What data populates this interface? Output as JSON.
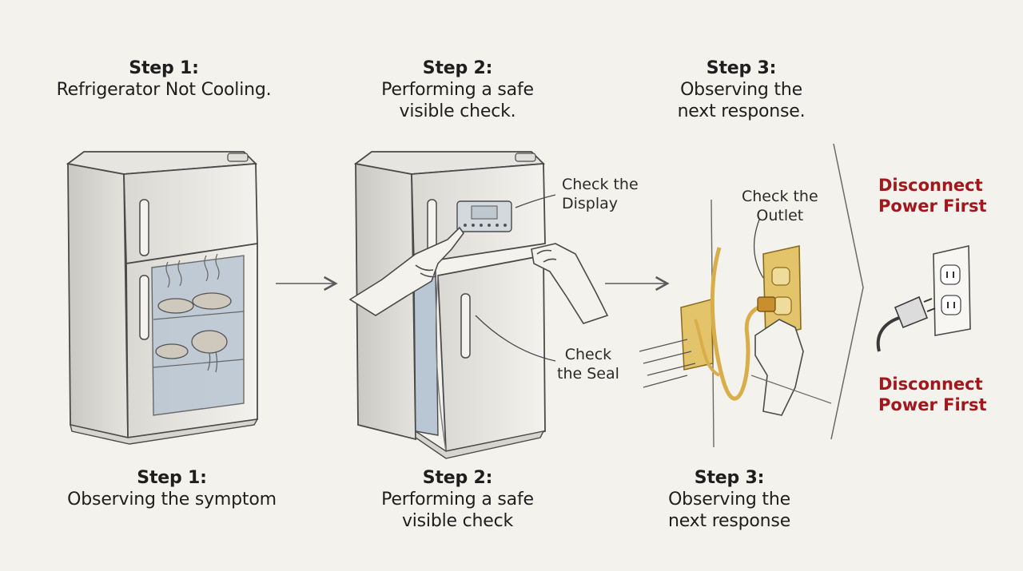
{
  "steps": [
    {
      "top_title": "Step 1:",
      "top_body": "Refrigerator Not Cooling.",
      "bottom_title": "Step 1:",
      "bottom_body": "Observing the symptom"
    },
    {
      "top_title": "Step 2:",
      "top_body_1": "Performing a safe",
      "top_body_2": "visible check.",
      "bottom_title": "Step 2:",
      "bottom_body_1": "Performing a safe",
      "bottom_body_2": "visible check"
    },
    {
      "top_title": "Step 3:",
      "top_body_1": "Observing the",
      "top_body_2": "next response.",
      "bottom_title": "Step 3:",
      "bottom_body_1": "Observing the",
      "bottom_body_2": "next response"
    }
  ],
  "callouts": {
    "display_1": "Check the",
    "display_2": "Display",
    "seal_1": "Check",
    "seal_2": "the Seal",
    "outlet_1": "Check the",
    "outlet_2": "Outlet"
  },
  "warning": {
    "line1": "Disconnect",
    "line2": "Power First",
    "color": "#a3161c"
  },
  "colors": {
    "background": "#f4f2ec",
    "line": "#4a4a4a",
    "wall_plate": "#e3c46a",
    "cord": "#d9ae4a",
    "interior": "#b9c6d4"
  },
  "icons": [
    "refrigerator-icon",
    "hand-icon",
    "arrow-right-icon",
    "outlet-icon",
    "plug-icon",
    "chevron-right-icon"
  ]
}
